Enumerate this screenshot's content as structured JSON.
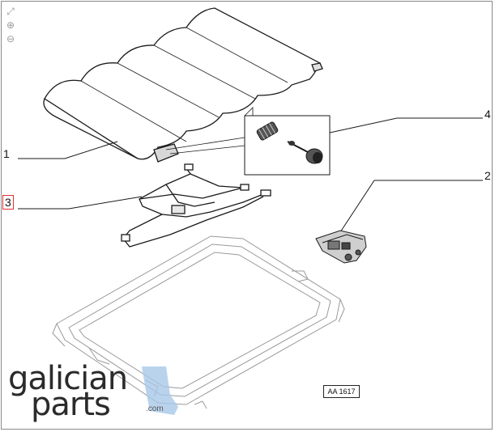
{
  "toolbar": {
    "fit_icon": "fit-to-screen-icon",
    "zoom_in_icon": "zoom-in-icon",
    "zoom_out_icon": "zoom-out-icon"
  },
  "callouts": [
    {
      "id": "1",
      "label": "1"
    },
    {
      "id": "2",
      "label": "2"
    },
    {
      "id": "3",
      "label": "3",
      "highlighted": true,
      "highlight_color": "#d33333"
    },
    {
      "id": "4",
      "label": "4"
    }
  ],
  "reference_code": "AA 1617",
  "watermark": {
    "line1": "galician",
    "line2": "parts",
    "suffix": ".com",
    "accent_color": "#a8c8e8"
  },
  "colors": {
    "line": "#1a1a1a",
    "light_line": "#9a9a9a",
    "frame": "#8a8a8a"
  }
}
